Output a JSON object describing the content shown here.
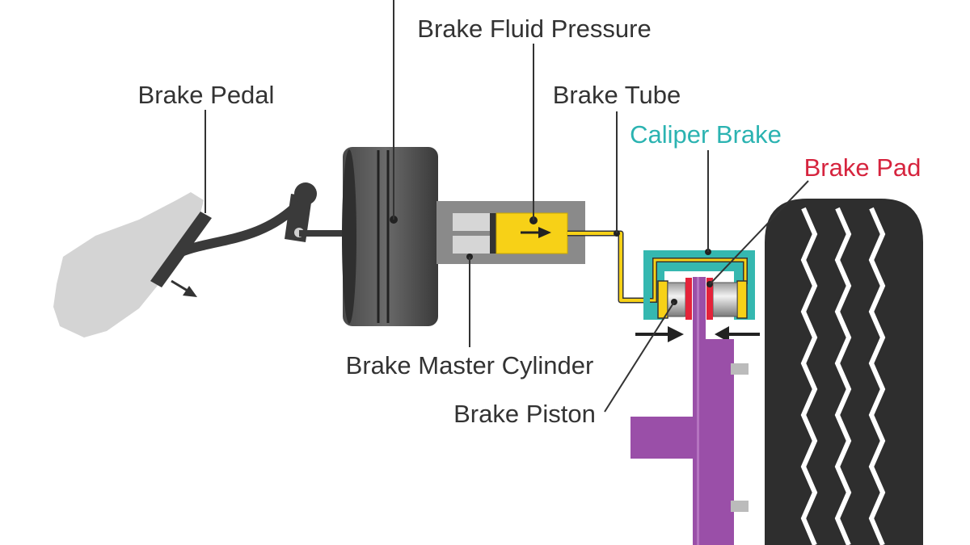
{
  "labels": {
    "brake_fluid_pressure": "Brake Fluid Pressure",
    "brake_pedal": "Brake Pedal",
    "brake_tube": "Brake Tube",
    "caliper_brake": "Caliper Brake",
    "brake_pad": "Brake Pad",
    "brake_master_cylinder": "Brake Master Cylinder",
    "brake_piston": "Brake Piston"
  },
  "colors": {
    "label_text": "#333333",
    "caliper_label": "#2bb3b1",
    "pad_label": "#d6243e",
    "caliper_body": "#35b8b0",
    "brake_fluid": "#f7d117",
    "brake_pad": "#e4233a",
    "rotor": "#9a4fa8",
    "tire": "#2e2e2e",
    "booster": "#444444",
    "foot": "#d4d4d4"
  }
}
